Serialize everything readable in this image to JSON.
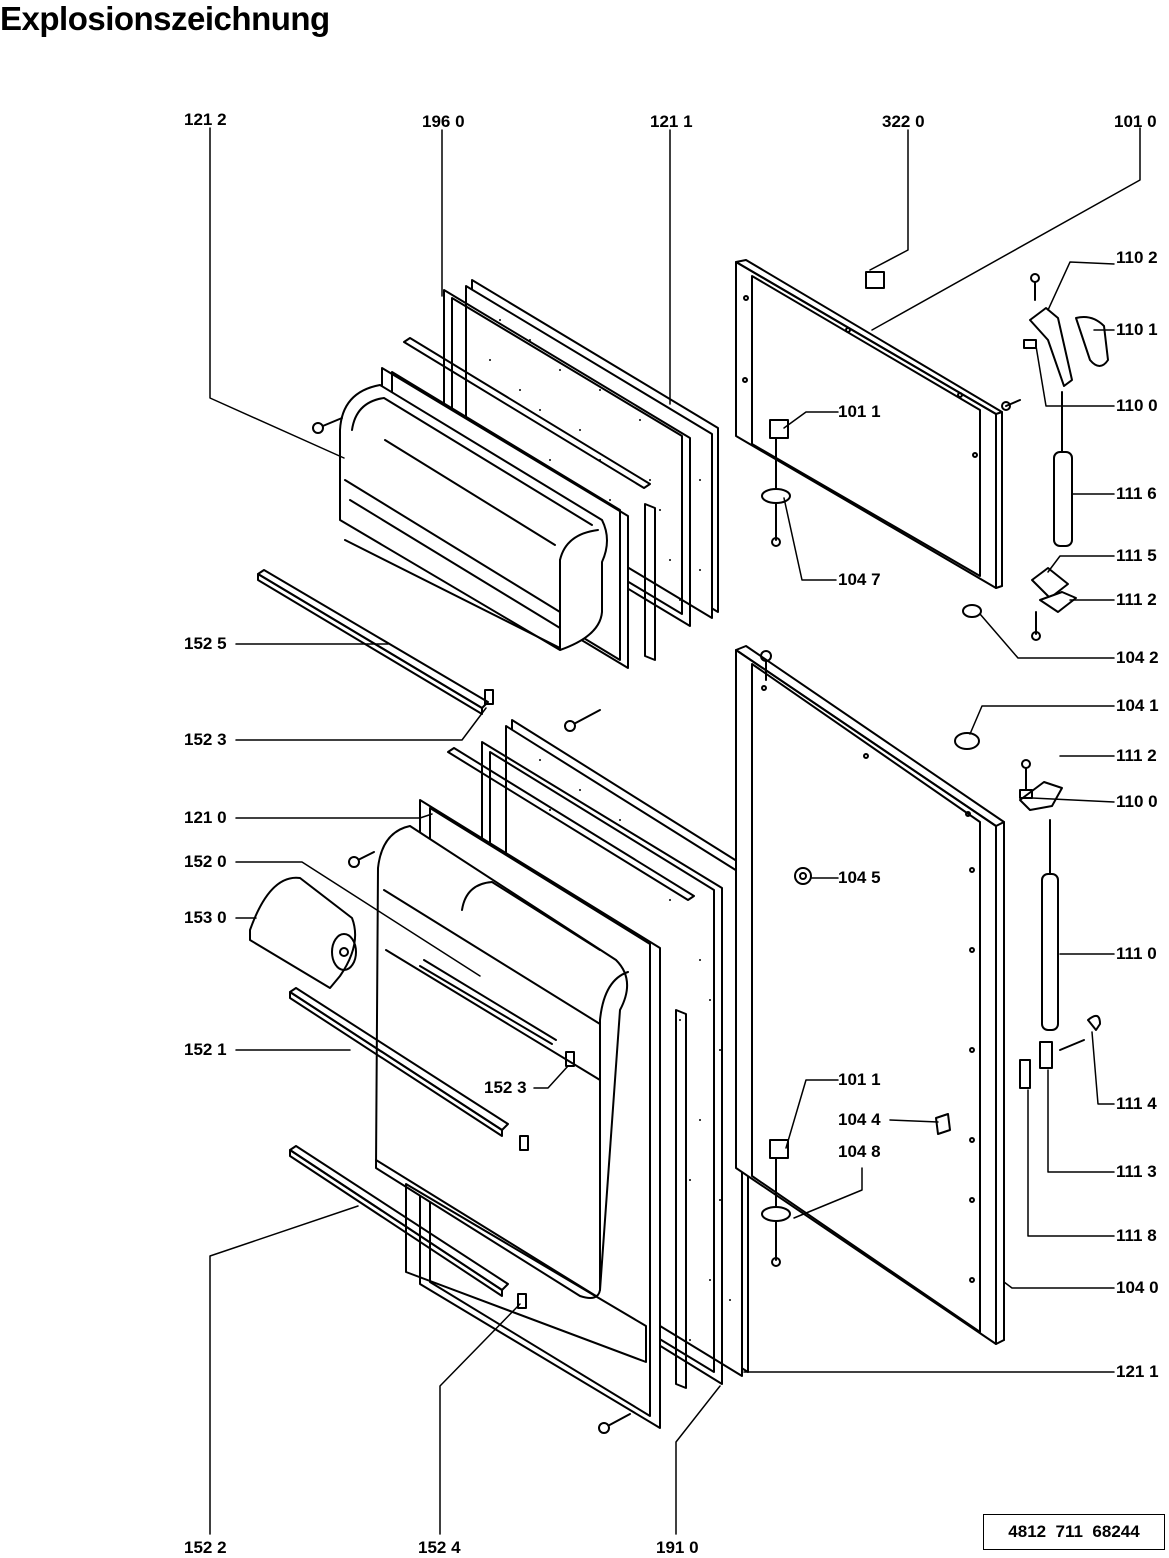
{
  "title": "Explosionszeichnung",
  "document_number": "4812  711  68244",
  "labels": {
    "l1212_top": "121 2",
    "l1960": "196 0",
    "l1211_top": "121 1",
    "l3220": "322 0",
    "l1010": "101 0",
    "l1102": "110 2",
    "l1101": "110 1",
    "l1100_top": "110 0",
    "l1011_top": "101 1",
    "l1116": "111 6",
    "l1115": "111 5",
    "l1112_top": "111 2",
    "l1047": "104 7",
    "l1042": "104 2",
    "l1525": "152 5",
    "l1523_left": "152 3",
    "l1041": "104 1",
    "l1112_mid": "111 2",
    "l1100_mid": "110 0",
    "l1210": "121 0",
    "l1520": "152 0",
    "l1530": "153 0",
    "l1045": "104 5",
    "l1110": "111 0",
    "l1521": "152 1",
    "l1523_mid": "152 3",
    "l1011_bot": "101 1",
    "l1114": "111 4",
    "l1044": "104 4",
    "l1048": "104 8",
    "l1113": "111 3",
    "l1118": "111 8",
    "l1040": "104 0",
    "l1211_bot": "121 1",
    "l1522": "152 2",
    "l1524": "152 4",
    "l1910": "191 0"
  }
}
